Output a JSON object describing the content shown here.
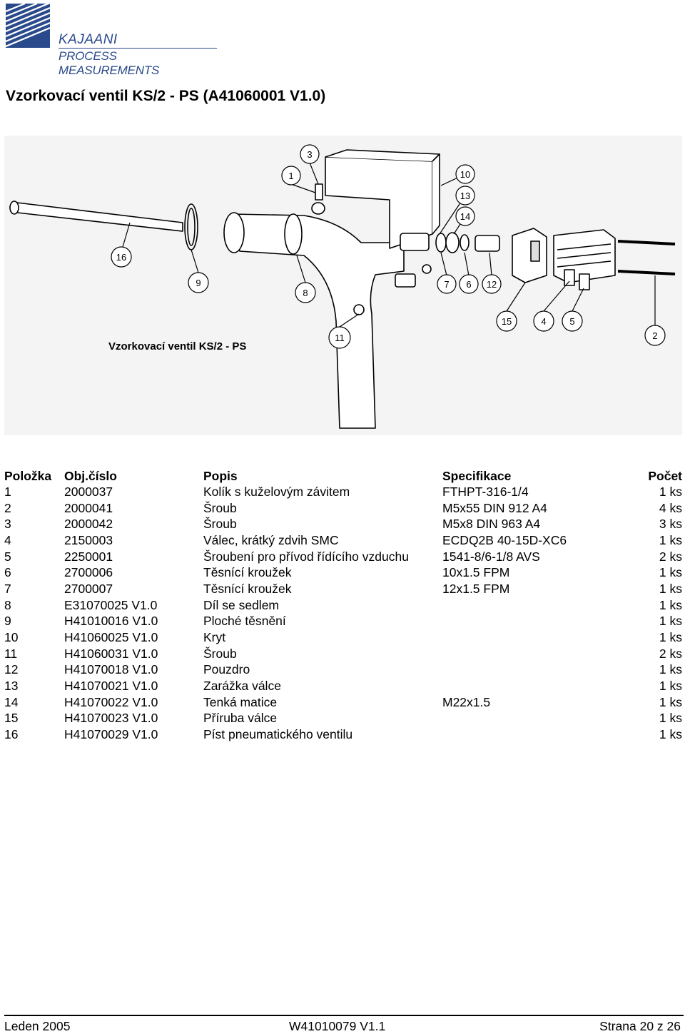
{
  "logo": {
    "line1": "KAJAANI",
    "line2": "PROCESS MEASUREMENTS"
  },
  "title": "Vzorkovací ventil KS/2 - PS (A41060001 V1.0)",
  "drawing": {
    "caption": "Vzorkovací ventil KS/2 - PS",
    "callouts": [
      "1",
      "2",
      "3",
      "4",
      "5",
      "6",
      "7",
      "8",
      "9",
      "10",
      "11",
      "12",
      "13",
      "14",
      "15",
      "16"
    ]
  },
  "table": {
    "headers": {
      "item": "Položka",
      "number": "Obj.číslo",
      "desc": "Popis",
      "spec": "Specifikace",
      "qty": "Počet"
    },
    "rows": [
      {
        "item": "1",
        "number": "2000037",
        "desc": "Kolík s kuželovým závitem",
        "spec": "FTHPT-316-1/4",
        "qty": "1 ks"
      },
      {
        "item": "2",
        "number": "2000041",
        "desc": "Šroub",
        "spec": "M5x55 DIN 912 A4",
        "qty": "4 ks"
      },
      {
        "item": "3",
        "number": "2000042",
        "desc": "Šroub",
        "spec": "M5x8 DIN 963 A4",
        "qty": "3 ks"
      },
      {
        "item": "4",
        "number": "2150003",
        "desc": "Válec, krátký zdvih SMC",
        "spec": "ECDQ2B 40-15D-XC6",
        "qty": "1 ks"
      },
      {
        "item": "5",
        "number": "2250001",
        "desc": "Šroubení pro přívod řídícího vzduchu",
        "spec": "1541-8/6-1/8 AVS",
        "qty": "2 ks"
      },
      {
        "item": "6",
        "number": "2700006",
        "desc": "Těsnící kroužek",
        "spec": "10x1.5 FPM",
        "qty": "1 ks"
      },
      {
        "item": "7",
        "number": "2700007",
        "desc": "Těsnící kroužek",
        "spec": "12x1.5 FPM",
        "qty": "1 ks"
      },
      {
        "item": "8",
        "number": "E31070025 V1.0",
        "desc": "Díl se sedlem",
        "spec": "",
        "qty": "1 ks"
      },
      {
        "item": "9",
        "number": "H41010016 V1.0",
        "desc": "Ploché těsnění",
        "spec": "",
        "qty": "1 ks"
      },
      {
        "item": "10",
        "number": "H41060025 V1.0",
        "desc": "Kryt",
        "spec": "",
        "qty": "1 ks"
      },
      {
        "item": "11",
        "number": "H41060031 V1.0",
        "desc": "Šroub",
        "spec": "",
        "qty": "2 ks"
      },
      {
        "item": "12",
        "number": "H41070018 V1.0",
        "desc": "Pouzdro",
        "spec": "",
        "qty": "1 ks"
      },
      {
        "item": "13",
        "number": "H41070021 V1.0",
        "desc": "Zarážka válce",
        "spec": "",
        "qty": "1 ks"
      },
      {
        "item": "14",
        "number": "H41070022 V1.0",
        "desc": "Tenká matice",
        "spec": "M22x1.5",
        "qty": "1 ks"
      },
      {
        "item": "15",
        "number": "H41070023 V1.0",
        "desc": "Příruba válce",
        "spec": "",
        "qty": "1 ks"
      },
      {
        "item": "16",
        "number": "H41070029 V1.0",
        "desc": "Píst pneumatického ventilu",
        "spec": "",
        "qty": "1 ks"
      }
    ]
  },
  "footer": {
    "date": "Leden 2005",
    "doc": "W41010079 V1.1",
    "page": "Strana 20 z 26"
  }
}
